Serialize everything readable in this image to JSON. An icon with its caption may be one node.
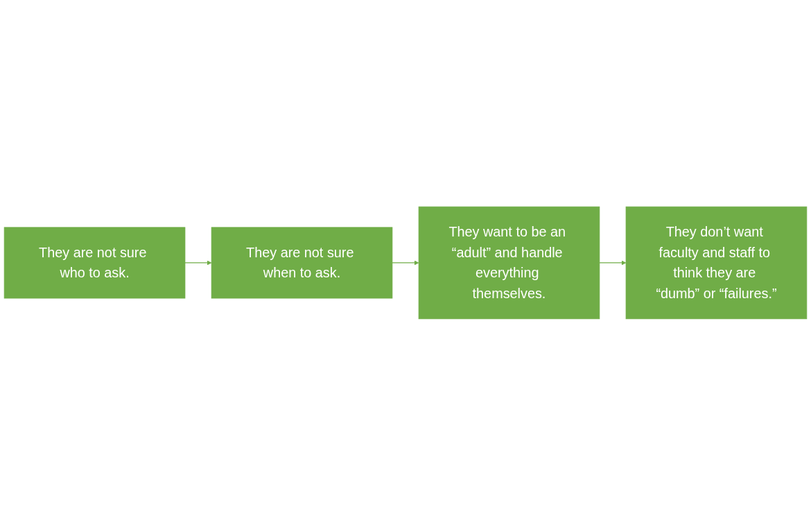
{
  "diagram": {
    "nodes": [
      {
        "text": [
          "They are not sure who to ask."
        ]
      },
      {
        "text": [
          "They are not sure when to ask."
        ]
      },
      {
        "text": [
          "They want to be an “adult” and handle everything themselves."
        ]
      },
      {
        "text": [
          "They don’t want faculty and staff to think they are “dumb” or “failures.”"
        ]
      }
    ],
    "edges": [
      {
        "from": 0,
        "to": 1,
        "arrow": "to"
      },
      {
        "from": 1,
        "to": 2,
        "arrow": "to"
      },
      {
        "from": 2,
        "to": 3,
        "arrow": "to"
      }
    ]
  }
}
